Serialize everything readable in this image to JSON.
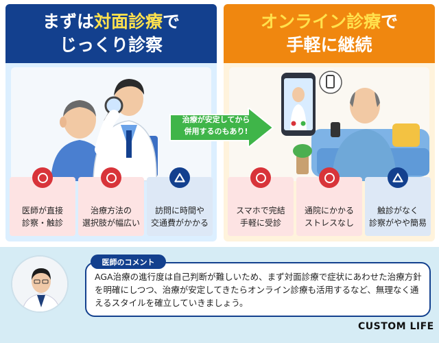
{
  "left_panel": {
    "title_line1_prefix": "まずは",
    "title_line1_highlight": "対面診療",
    "title_line1_suffix": "で",
    "title_line2": "じっくり診察",
    "cards": [
      {
        "mark": "circle",
        "line1": "医師が直接",
        "line2": "診察・触診"
      },
      {
        "mark": "circle",
        "line1": "治療方法の",
        "line2": "選択肢が幅広い"
      },
      {
        "mark": "triangle",
        "line1": "訪問に時間や",
        "line2": "交通費がかかる"
      }
    ]
  },
  "arrow": {
    "line1": "治療が安定してから",
    "line2": "併用するのもあり!"
  },
  "right_panel": {
    "title_line1_highlight": "オンライン診療",
    "title_line1_suffix": "で",
    "title_line2": "手軽に継続",
    "cards": [
      {
        "mark": "circle",
        "line1": "スマホで完結",
        "line2": "手軽に受診"
      },
      {
        "mark": "circle",
        "line1": "通院にかかる",
        "line2": "ストレスなし"
      },
      {
        "mark": "triangle",
        "line1": "触診がなく",
        "line2": "診察がやや簡易"
      }
    ]
  },
  "comment": {
    "tag": "医師のコメント",
    "text": "AGA治療の進行度は自己判断が難しいため、まず対面診療で症状にあわせた治療方針を明確にしつつ、治療が安定してきたらオンライン診療も活用するなど、無理なく通えるスタイルを確立していきましょう。"
  },
  "logo": "CUSTOM LIFE",
  "colors": {
    "left_header": "#13408e",
    "right_header": "#f0870f",
    "highlight": "#ffe14d",
    "circle_mark": "#d8343a",
    "triangle_mark": "#13408e",
    "arrow": "#3fb549"
  }
}
